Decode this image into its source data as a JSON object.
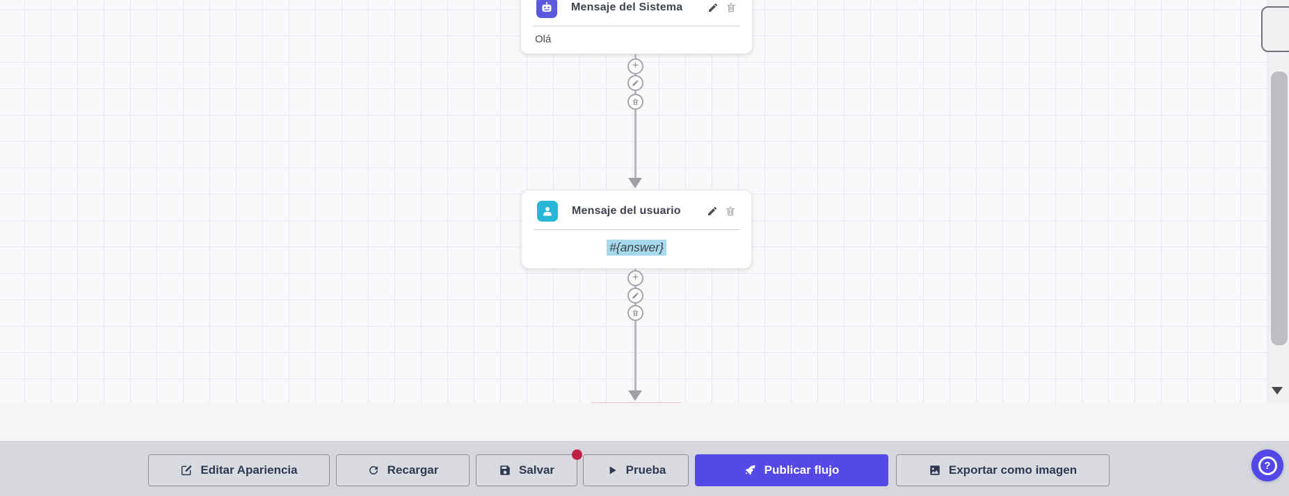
{
  "flow": {
    "nodes": [
      {
        "title": "Mensaje del Sistema",
        "content": "Olá",
        "icon": "robot-icon",
        "accent": "#5a5ae0"
      },
      {
        "title": "Mensaje del usuario",
        "content": "#{answer}",
        "icon": "user-icon",
        "accent": "#28b7d7",
        "content_highlight": "#a6d9ec"
      }
    ],
    "node_actions": [
      {
        "name": "edit",
        "icon": "pencil-icon"
      },
      {
        "name": "delete",
        "icon": "trash-icon"
      }
    ],
    "connector_actions": [
      {
        "name": "add",
        "glyph": "+",
        "icon": "plus-icon"
      },
      {
        "name": "edit",
        "icon": "pencil-icon"
      },
      {
        "name": "delete",
        "icon": "trash-icon"
      }
    ]
  },
  "toolbar": {
    "buttons": [
      {
        "label": "Editar Apariencia",
        "icon": "edit-square-icon"
      },
      {
        "label": "Recargar",
        "icon": "refresh-icon"
      },
      {
        "label": "Salvar",
        "icon": "save-icon",
        "has_badge": true
      },
      {
        "label": "Prueba",
        "icon": "play-icon"
      },
      {
        "label": "Publicar flujo",
        "icon": "rocket-icon",
        "primary": true,
        "color": "#5448e6"
      },
      {
        "label": "Exportar como imagen",
        "icon": "image-icon"
      }
    ],
    "badge_color": "#c12045"
  },
  "help": {
    "label": "?",
    "icon": "question-icon",
    "color": "#5347e8"
  }
}
